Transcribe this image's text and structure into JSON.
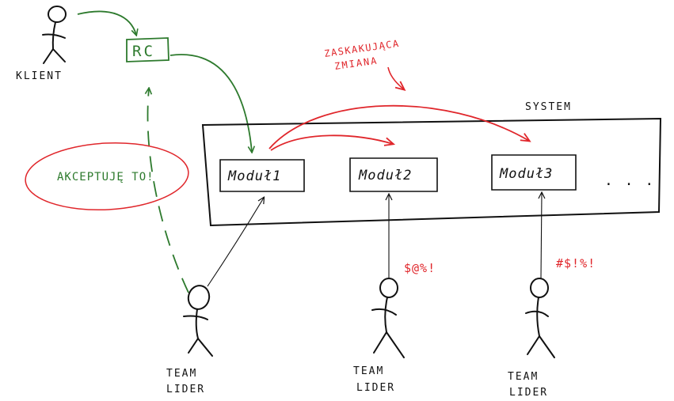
{
  "colors": {
    "ink": "#111111",
    "green": "#2d7a2d",
    "red": "#e0262b"
  },
  "client": {
    "label": "KLIENT",
    "icon": "stick-figure-icon"
  },
  "rc": {
    "label": "RC"
  },
  "system": {
    "label": "SYSTEM",
    "modules": [
      {
        "label": "Moduł1"
      },
      {
        "label": "Moduł2"
      },
      {
        "label": "Moduł3"
      }
    ],
    "ellipsis": ". . ."
  },
  "surprise_change": {
    "line1": "ZASKAKUJĄCA",
    "line2": "ZMIANA"
  },
  "accept": {
    "label": "AKCEPTUJĘ TO!"
  },
  "team_leaders": [
    {
      "line1": "TEAM",
      "line2": "LIDER",
      "remark": ""
    },
    {
      "line1": "TEAM",
      "line2": "LIDER",
      "remark": "$@%!"
    },
    {
      "line1": "TEAM",
      "line2": "LIDER",
      "remark": "#$!%!"
    }
  ]
}
